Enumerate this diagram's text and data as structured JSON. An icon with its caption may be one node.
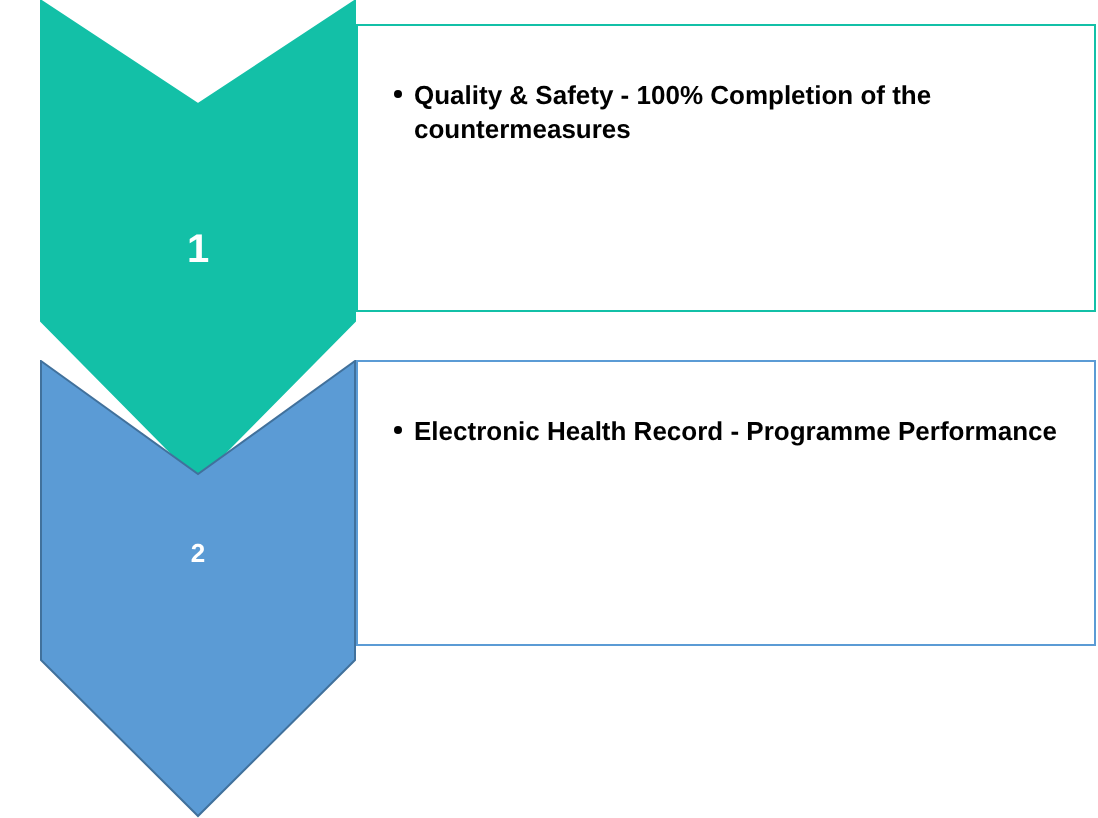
{
  "diagram": {
    "nodes": [
      {
        "text": [
          "1"
        ]
      },
      {
        "text": [
          "Quality & Safety - 100% Completion of the countermeasures"
        ]
      },
      {
        "text": [
          "2"
        ]
      },
      {
        "text": [
          "Electronic Health Record - Programme Performance"
        ]
      }
    ]
  }
}
